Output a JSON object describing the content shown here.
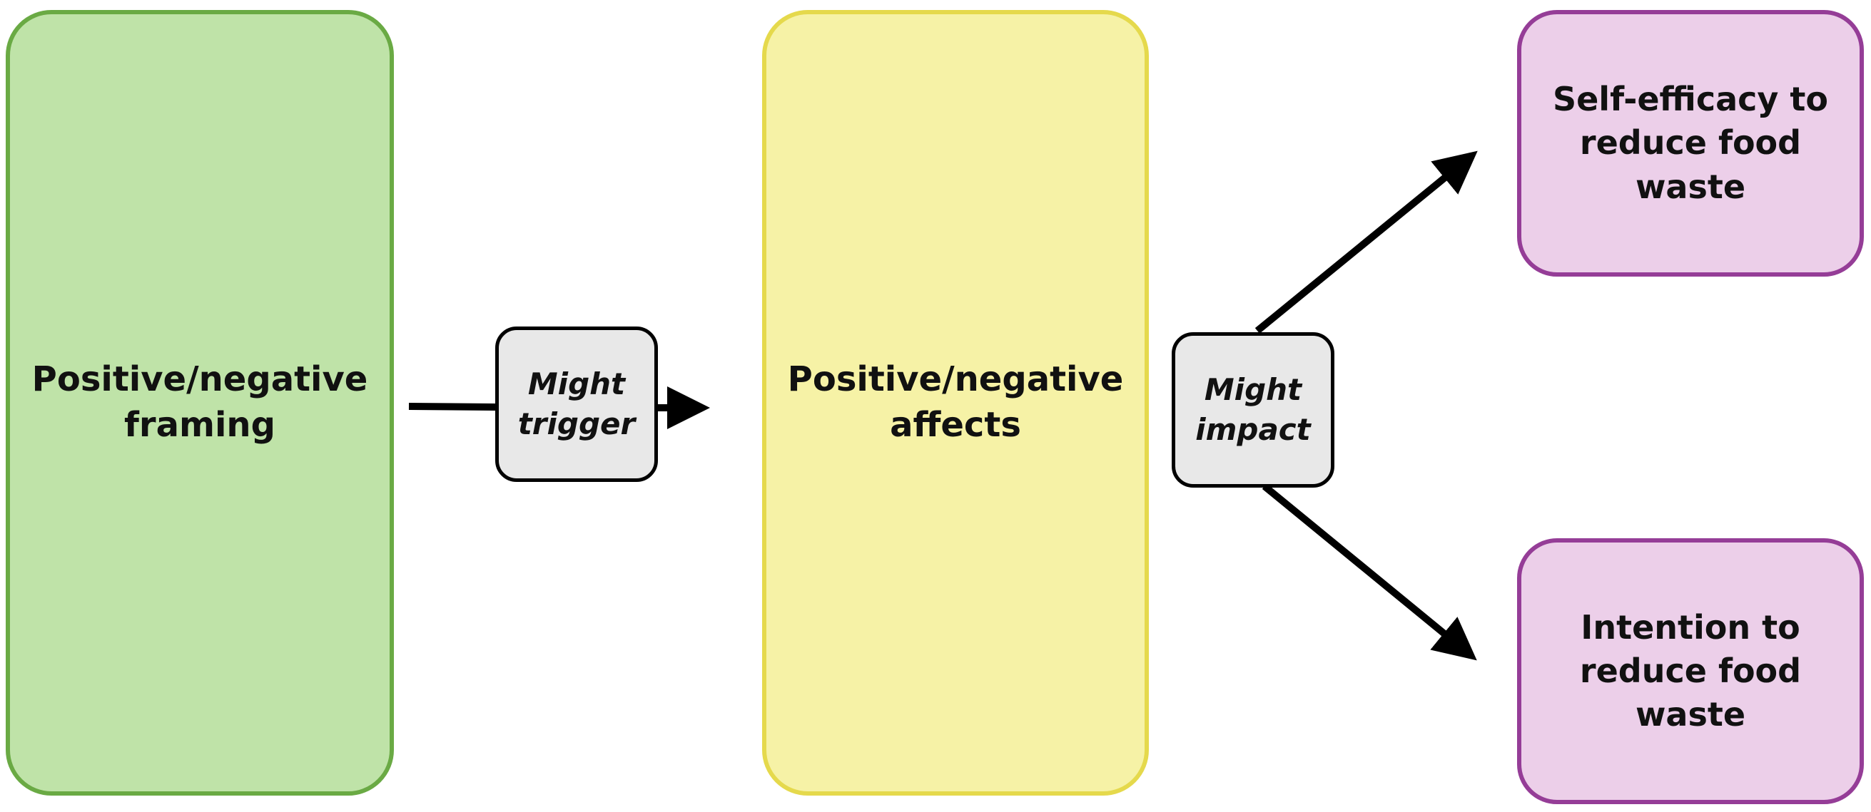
{
  "nodes": {
    "framing": {
      "label": "Positive/negative\nframing",
      "fill": "#bfe3a8",
      "border": "#6aaa44"
    },
    "affects": {
      "label": "Positive/negative\naffects",
      "fill": "#f6f2a6",
      "border": "#e5d94c"
    },
    "self_efficacy": {
      "label": "Self-efficacy to\nreduce food\nwaste",
      "fill": "#eccfe9",
      "border": "#953d97"
    },
    "intention": {
      "label": "Intention to\nreduce food\nwaste",
      "fill": "#eccfe9",
      "border": "#953d97"
    }
  },
  "edge_labels": {
    "trigger": {
      "label": "Might\ntrigger",
      "fill": "#e8e8e8"
    },
    "impact": {
      "label": "Might\nimpact",
      "fill": "#e8e8e8"
    }
  },
  "colors": {
    "arrow": "#000000"
  }
}
